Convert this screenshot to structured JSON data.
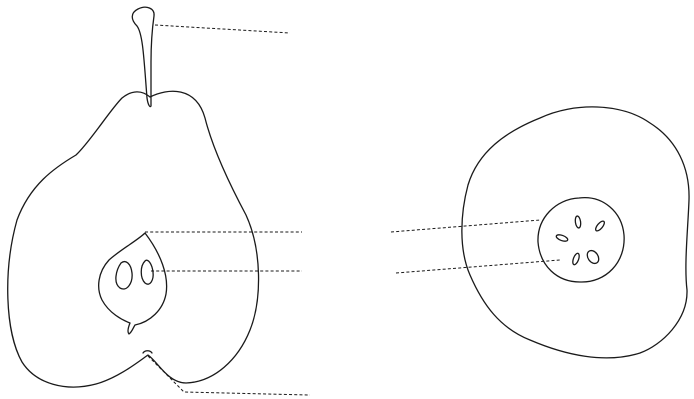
{
  "diagram": {
    "subject": "pear",
    "views": [
      {
        "id": "longitudinal-section",
        "parts": [
          "stalk",
          "flesh",
          "core",
          "seeds",
          "calyx"
        ],
        "label_lines": 4,
        "labels": [
          "",
          "",
          "",
          ""
        ]
      },
      {
        "id": "cross-section",
        "parts": [
          "flesh",
          "core",
          "seeds"
        ],
        "seed_count": 5,
        "label_lines": 2,
        "labels": [
          "",
          ""
        ]
      }
    ],
    "colors": {
      "line": "#1a1a1a",
      "background": "#ffffff"
    }
  }
}
